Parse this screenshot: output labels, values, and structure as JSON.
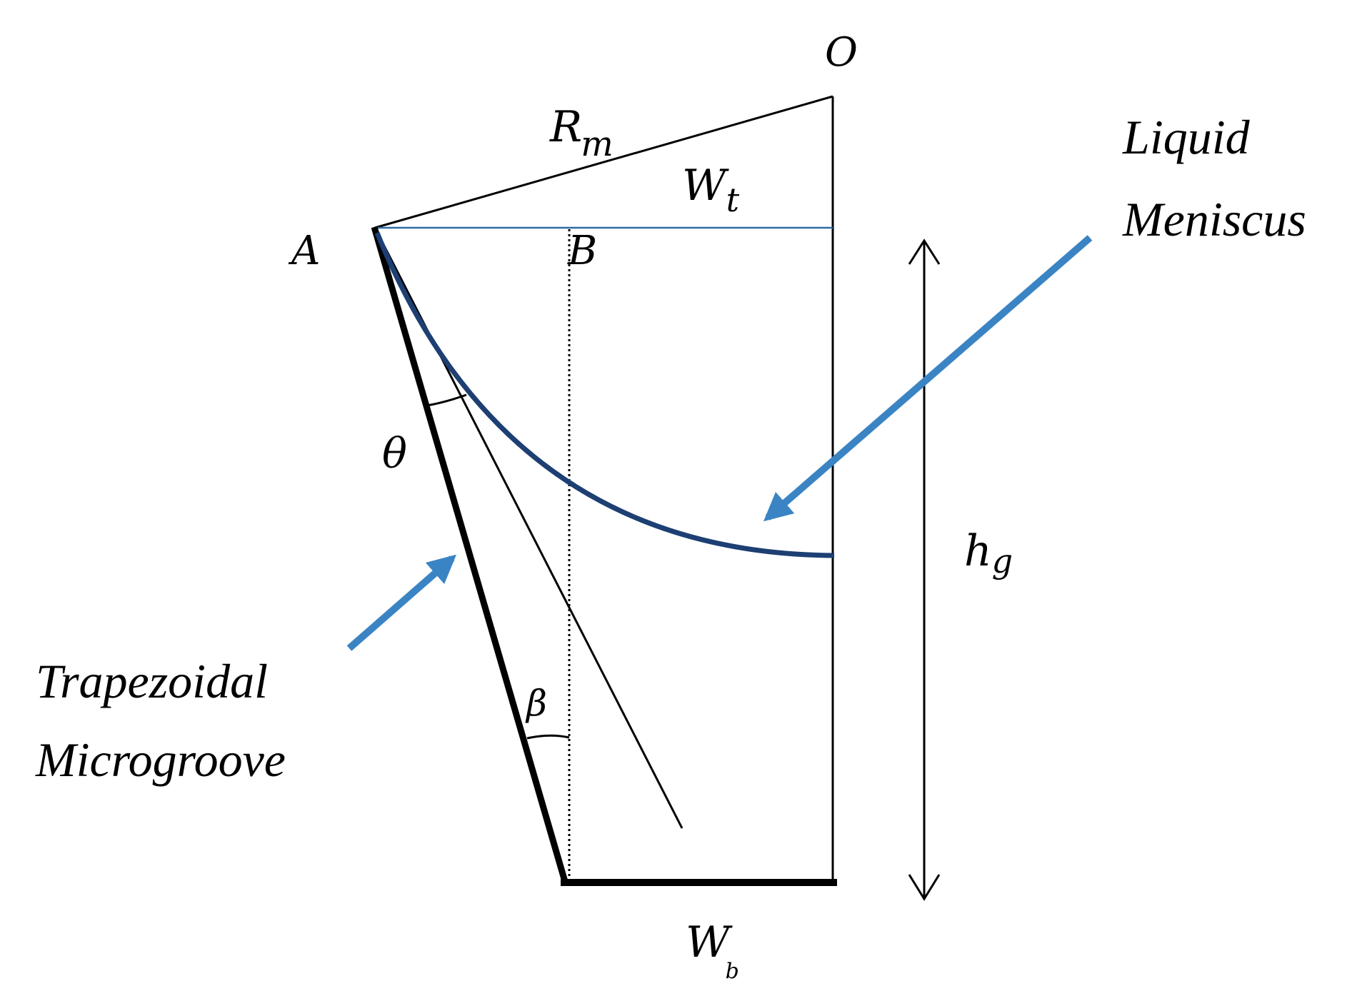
{
  "points": {
    "O": "O",
    "A": "A",
    "B": "B"
  },
  "symbols": {
    "radius": "R",
    "radius_sub": "m",
    "top_width": "W",
    "top_width_sub": "t",
    "bottom_width": "W",
    "bottom_width_sub": "b",
    "height": "h",
    "height_sub": "g",
    "contact_angle": "θ",
    "groove_angle": "β"
  },
  "callouts": {
    "meniscus_line1": "Liquid",
    "meniscus_line2": "Meniscus",
    "groove_line1": "Trapezoidal",
    "groove_line2": "Microgroove"
  },
  "colors": {
    "line": "#000000",
    "top_line": "#2e6da4",
    "meniscus": "#1d3f73",
    "arrow": "#3a84c4"
  }
}
